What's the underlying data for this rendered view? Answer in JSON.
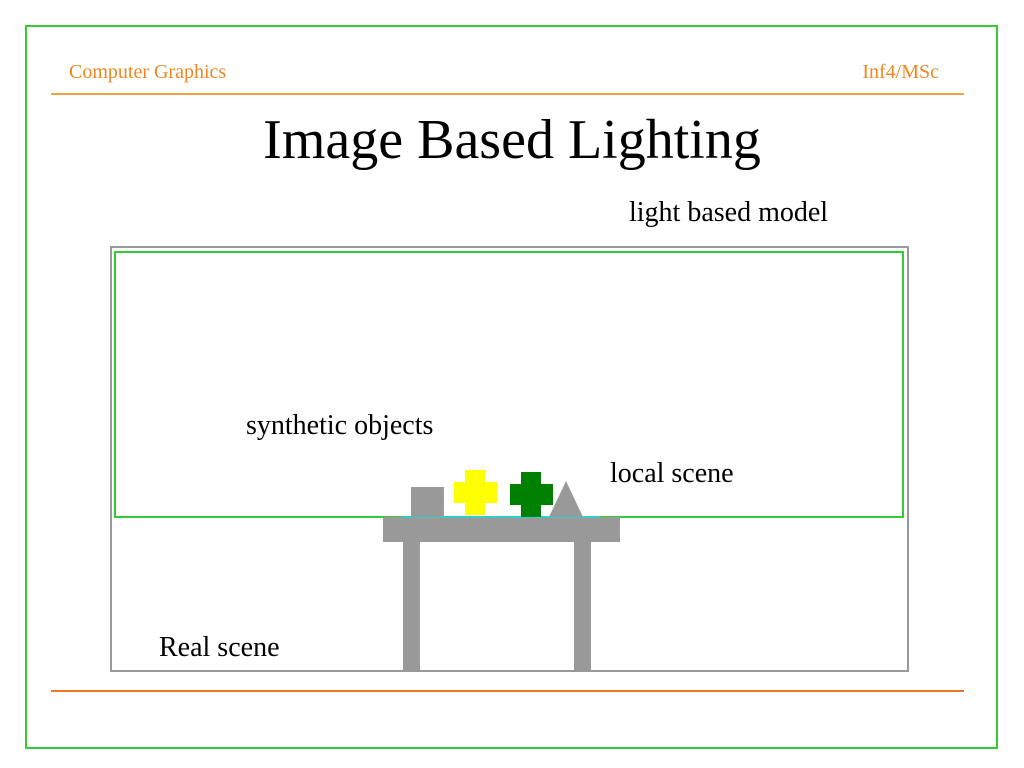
{
  "header": {
    "course": "Computer Graphics",
    "audience": "Inf4/MSc"
  },
  "slide": {
    "title": "Image Based Lighting"
  },
  "diagram": {
    "labels": {
      "light_based_model": "light based model",
      "synthetic_objects": "synthetic objects",
      "local_scene": "local scene",
      "real_scene": "Real scene"
    },
    "colors": {
      "frame": "#33cc33",
      "header_text": "#ee8822",
      "rule": "#ee7722",
      "real_scene_border": "#999999",
      "local_scene_border": "#33cc33",
      "table": "#999999",
      "gray_object": "#999999",
      "yellow_object": "#ffff00",
      "green_object": "#008000"
    }
  }
}
